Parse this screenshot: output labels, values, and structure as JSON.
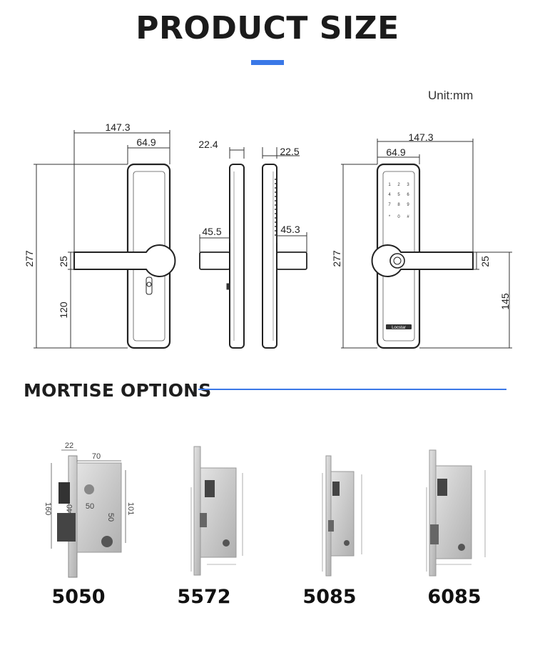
{
  "header": {
    "title": "PRODUCT SIZE",
    "unit": "Unit:mm",
    "accent_color": "#3a78e7"
  },
  "drawing": {
    "front": {
      "overall_height": "277",
      "width": "147.3",
      "handle_width": "64.9",
      "handle_height": "25",
      "lower": "120"
    },
    "side_left": {
      "top": "22.4",
      "lever": "45.5"
    },
    "side_right": {
      "top": "22.5",
      "lever": "45.3"
    },
    "back": {
      "overall_height": "277",
      "width": "147.3",
      "handle_width": "64.9",
      "handle_height": "25",
      "lower": "145",
      "brand": "Locstar"
    }
  },
  "mortise": {
    "heading": "MORTISE OPTIONS",
    "detail_5050": {
      "d22": "22",
      "d70": "70",
      "d160": "160",
      "d40": "40",
      "d50a": "50",
      "d50b": "50",
      "d101": "101"
    },
    "models": [
      {
        "label": "5050"
      },
      {
        "label": "5572"
      },
      {
        "label": "5085"
      },
      {
        "label": "6085"
      }
    ]
  }
}
